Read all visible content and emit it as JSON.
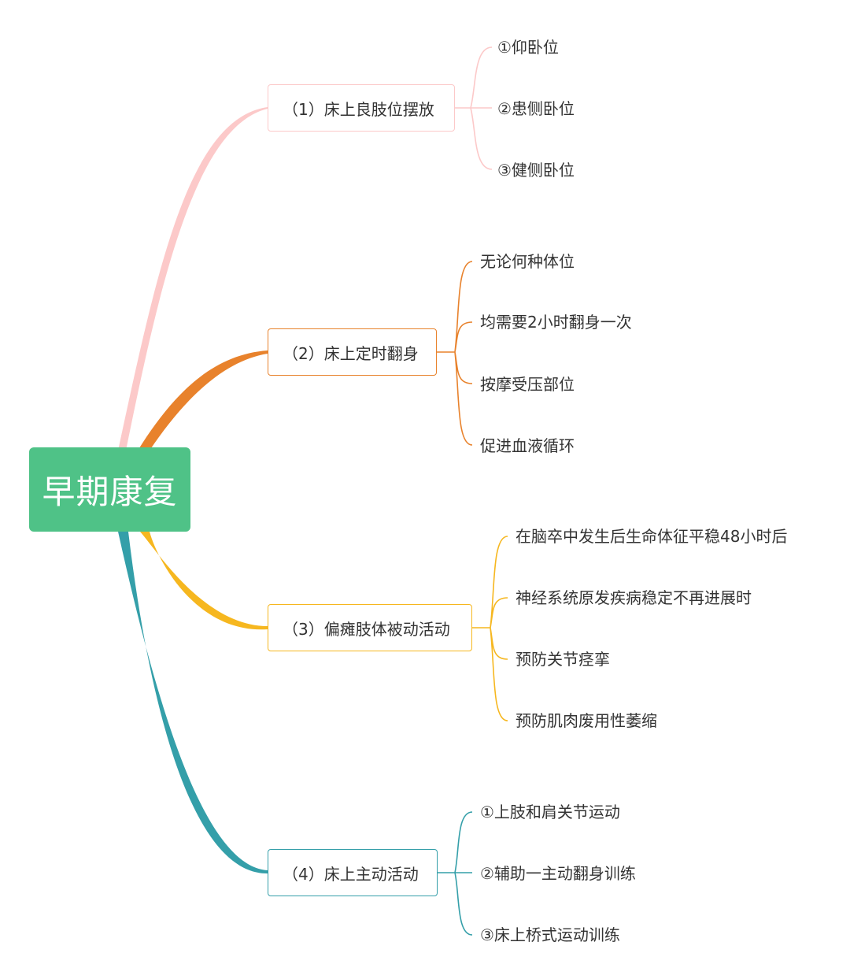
{
  "root": {
    "label": "早期康复",
    "color": "#4fc287"
  },
  "branches": [
    {
      "label": "（1）床上良肢位摆放",
      "color": "#fcc9c9",
      "children": [
        "①仰卧位",
        "②患侧卧位",
        "③健侧卧位"
      ]
    },
    {
      "label": "（2）床上定时翻身",
      "color": "#e8822c",
      "children": [
        "无论何种体位",
        "均需要2小时翻身一次",
        "按摩受压部位",
        "促进血液循环"
      ]
    },
    {
      "label": "（3）偏瘫肢体被动活动",
      "color": "#f6b71f",
      "children": [
        "在脑卒中发生后生命体征平稳48小时后",
        "神经系统原发疾病稳定不再进展时",
        "预防关节痉挛",
        "预防肌肉废用性萎缩"
      ]
    },
    {
      "label": "（4）床上主动活动",
      "color": "#349fa9",
      "children": [
        "①上肢和肩关节运动",
        "②辅助一主动翻身训练",
        "③床上桥式运动训练"
      ]
    }
  ]
}
